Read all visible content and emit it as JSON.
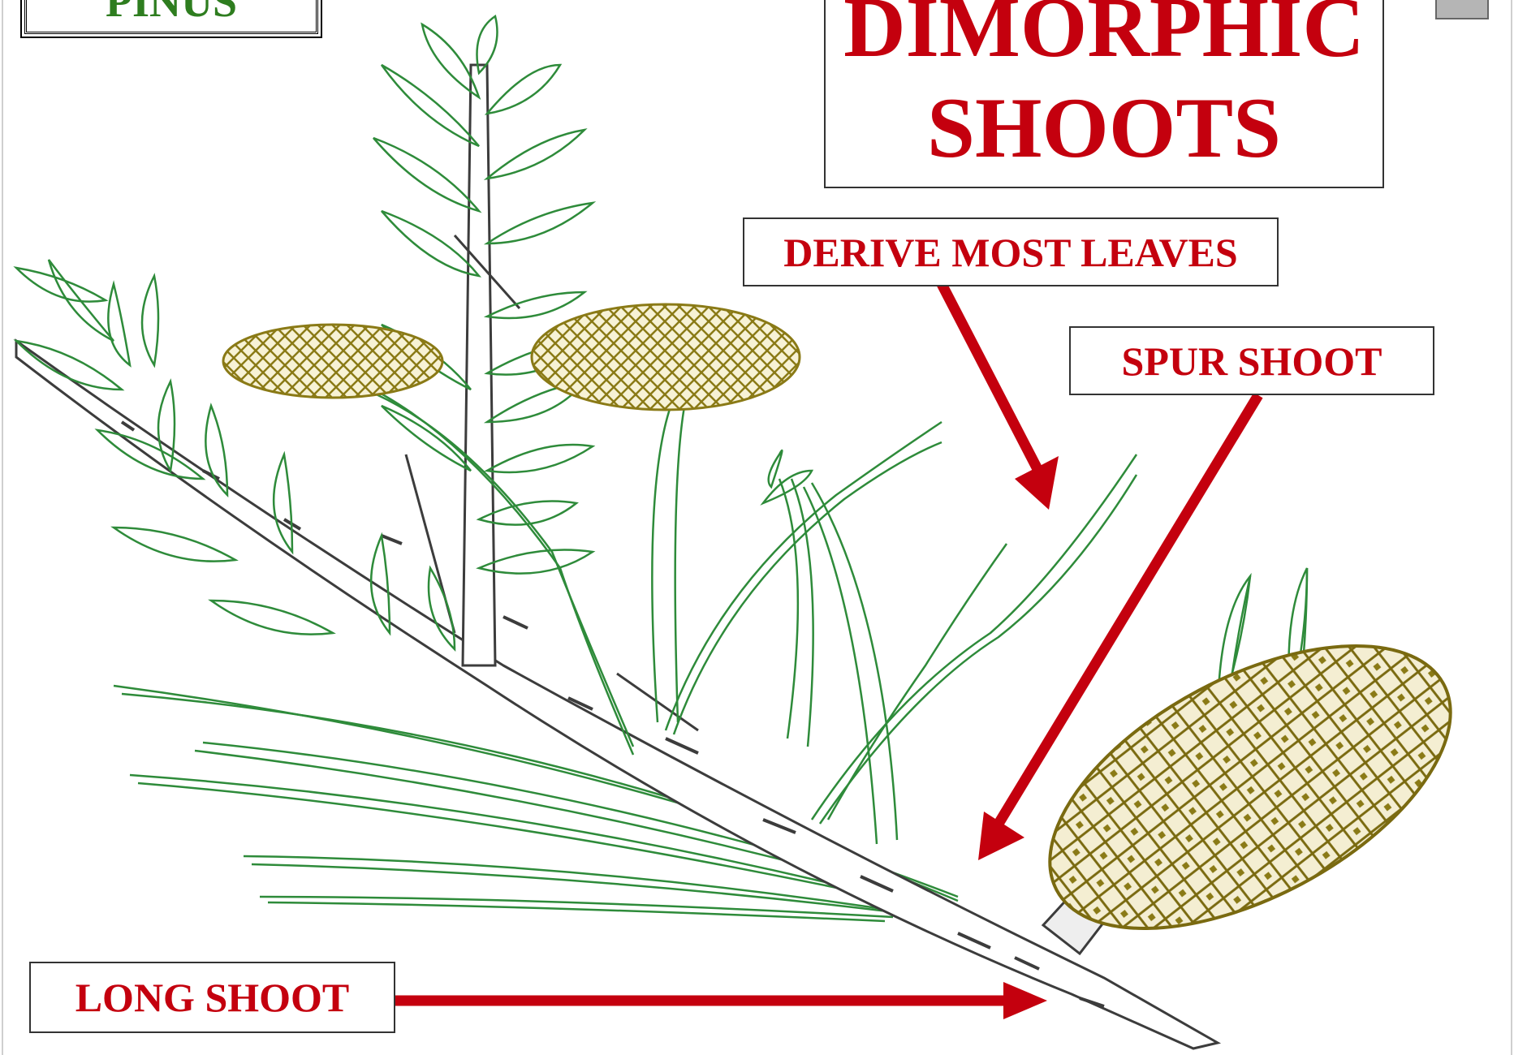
{
  "slide": {
    "genus_label": "PINUS",
    "title_line1": "DIMORPHIC",
    "title_line2": "SHOOTS"
  },
  "labels": {
    "derive": "DERIVE MOST LEAVES",
    "spur": "SPUR SHOOT",
    "long": "LONG SHOOT"
  },
  "colors": {
    "label_text": "#c4000e",
    "arrow": "#c4000e",
    "needle": "#2e8b3a",
    "stem": "#3c3c3c",
    "cone": "#8a7a16",
    "genus_text": "#2e7d1f"
  }
}
